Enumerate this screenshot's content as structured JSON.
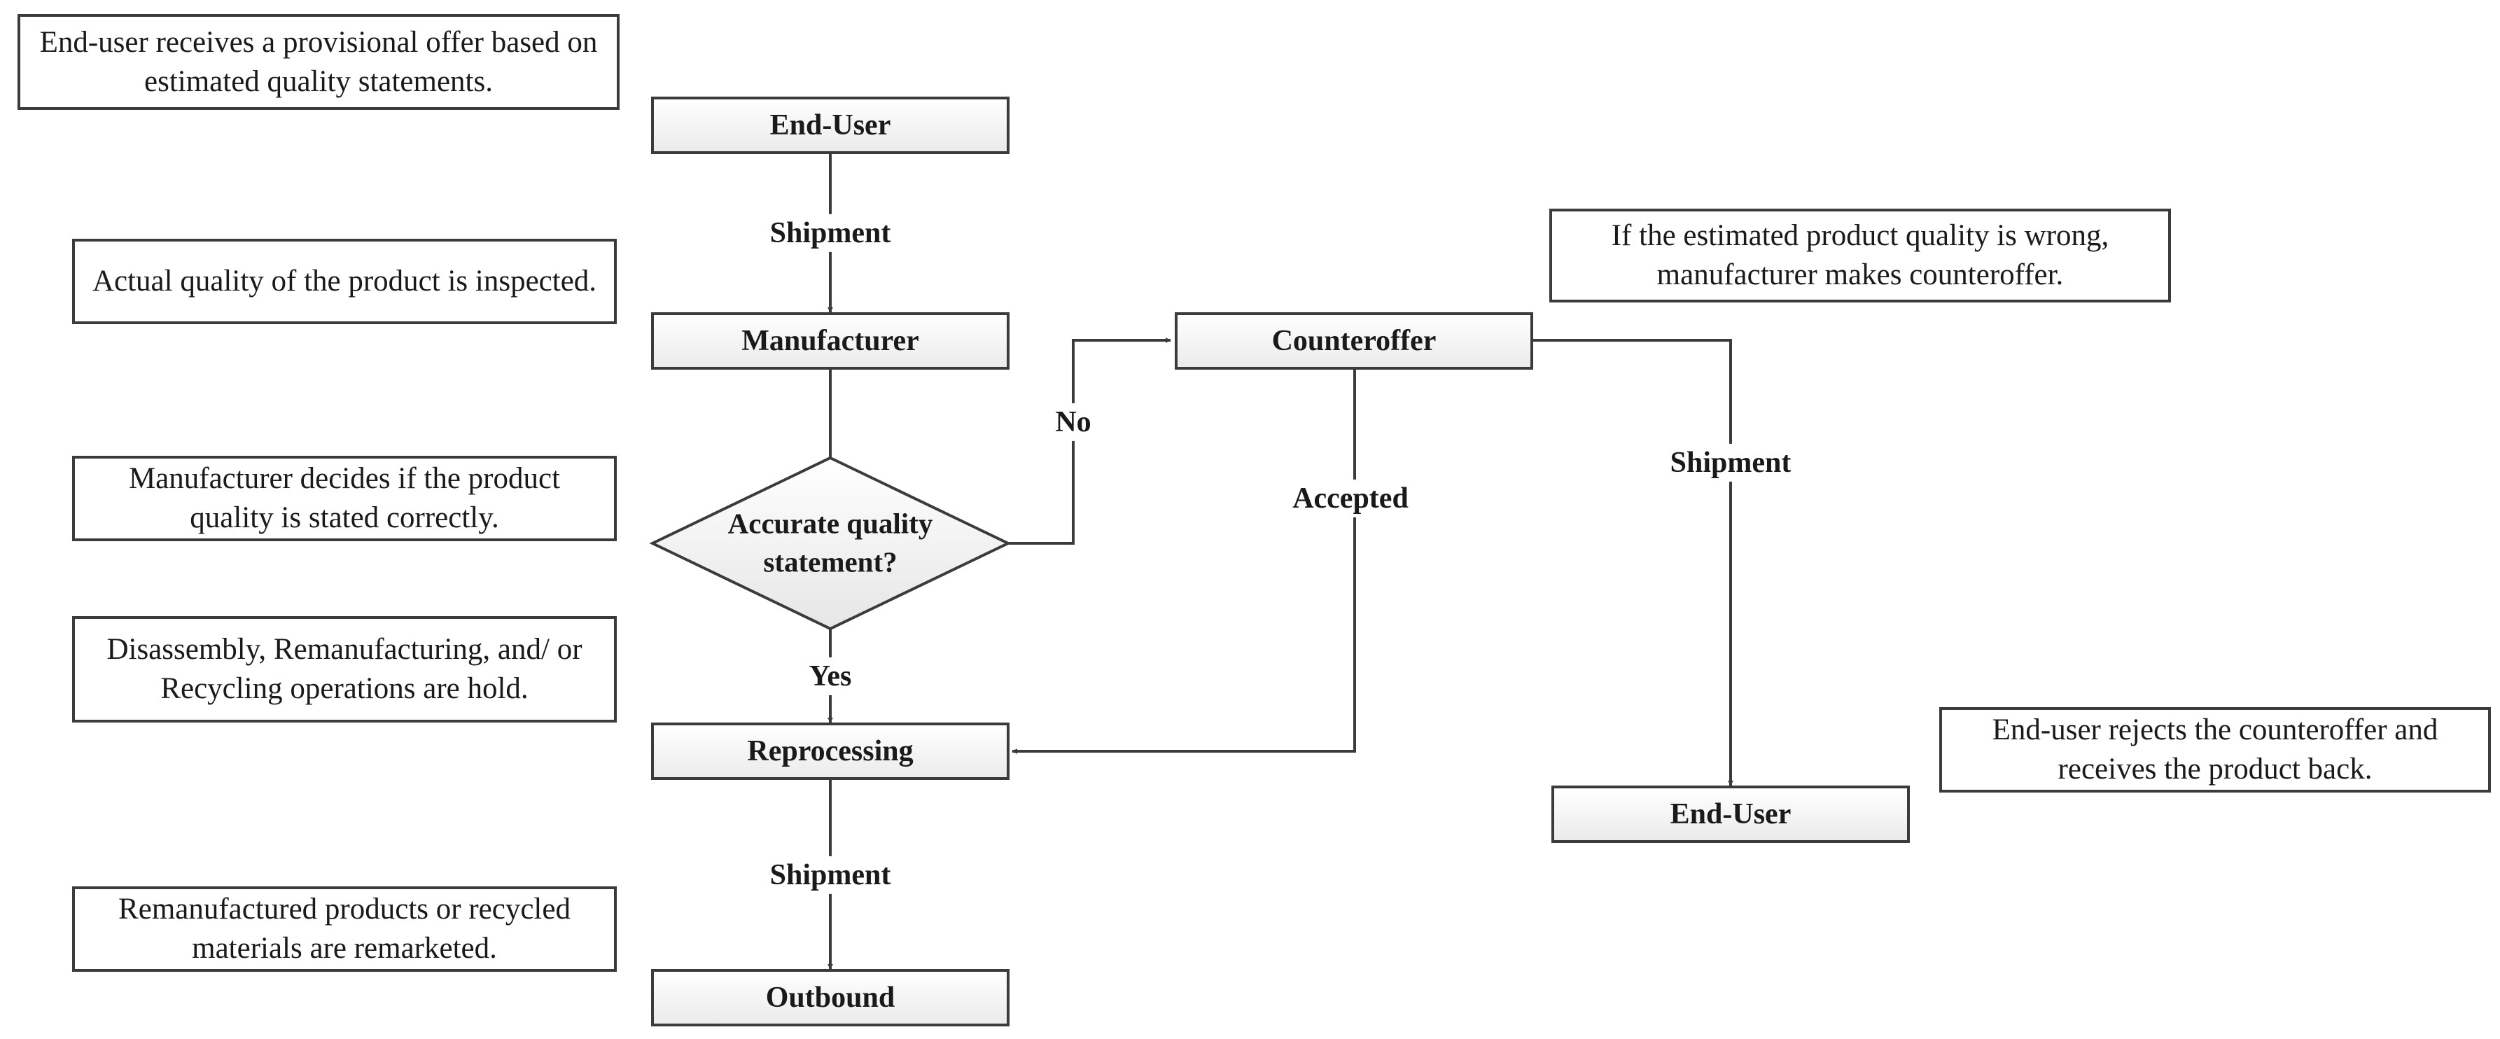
{
  "notes": {
    "provisional_offer": "End-user receives a provisional offer based on estimated quality statements.",
    "inspection": "Actual quality of the product is inspected.",
    "decision": "Manufacturer decides if the product quality is stated correctly.",
    "operations": "Disassembly, Remanufacturing, and/ or Recycling operations are hold.",
    "remarketed": "Remanufactured products or recycled materials are remarketed.",
    "counteroffer_note": "If the estimated product quality is wrong, manufacturer makes counteroffer.",
    "rejection_note": "End-user rejects the counteroffer and receives the product back."
  },
  "nodes": {
    "end_user_top": "End-User",
    "manufacturer": "Manufacturer",
    "decision_line1": "Accurate quality",
    "decision_line2": "statement?",
    "reprocessing": "Reprocessing",
    "outbound": "Outbound",
    "counteroffer": "Counteroffer",
    "end_user_return": "End-User"
  },
  "edge_labels": {
    "shipment_1": "Shipment",
    "no": "No",
    "yes": "Yes",
    "accepted": "Accepted",
    "shipment_2": "Shipment",
    "shipment_3": "Shipment"
  }
}
